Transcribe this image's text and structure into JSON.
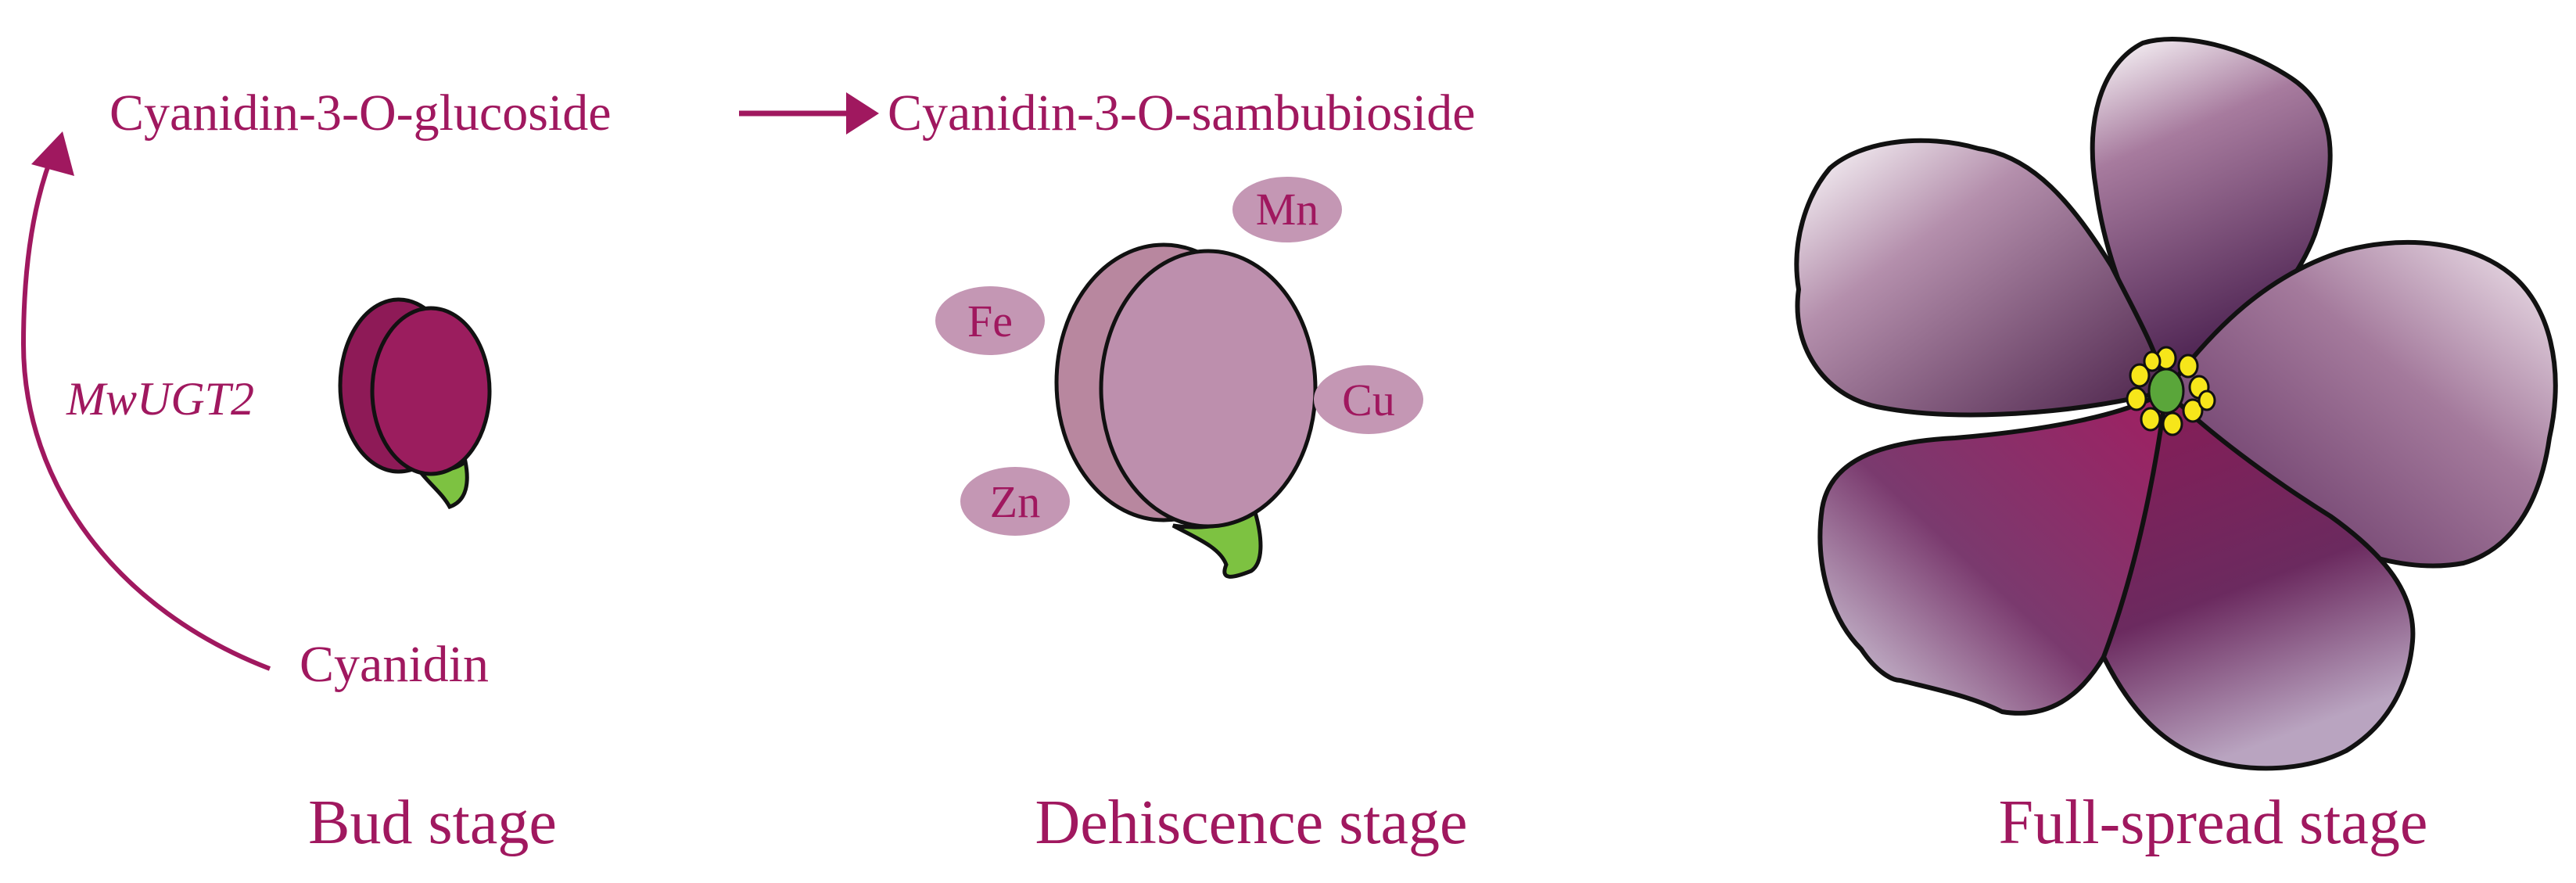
{
  "pathway": {
    "substrate": "Cyanidin",
    "intermediate": "Cyanidin-3-O-glucoside",
    "product": "Cyanidin-3-O-sambubioside",
    "enzyme": "MwUGT2"
  },
  "metal_ions": [
    "Mn",
    "Fe",
    "Cu",
    "Zn"
  ],
  "stages": {
    "bud": "Bud stage",
    "dehiscence": "Dehiscence stage",
    "full_spread": "Full-spread stage"
  },
  "colors": {
    "text": "#a0185f",
    "bud": "#9b1d5e",
    "dehiscence": "#bd8fad",
    "ion_bubble": "#c497b4",
    "stem": "#7dc241",
    "pollen": "#f6e61a"
  }
}
